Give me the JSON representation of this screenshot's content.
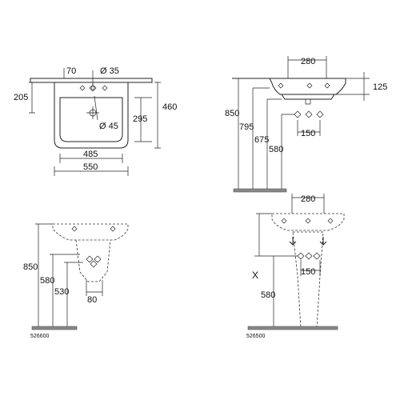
{
  "views": {
    "top_plan": {
      "dims": {
        "d70": "70",
        "d_hole": "Ø 35",
        "d205": "205",
        "d460": "460",
        "d295": "295",
        "d_drain": "Ø 45",
        "d485": "485",
        "d550": "550"
      }
    },
    "front_wall": {
      "dims": {
        "d280": "280",
        "d125": "125",
        "d850": "850",
        "d795": "795",
        "d675": "675",
        "d580": "580",
        "d150": "150"
      }
    },
    "side_semi_pedestal": {
      "dims": {
        "d850": "850",
        "d580": "580",
        "d530": "530",
        "d80": "80"
      },
      "code": "526600"
    },
    "front_pedestal": {
      "dims": {
        "d280": "280",
        "d150": "150",
        "dx": "X",
        "d580": "580"
      },
      "code": "526500"
    }
  }
}
